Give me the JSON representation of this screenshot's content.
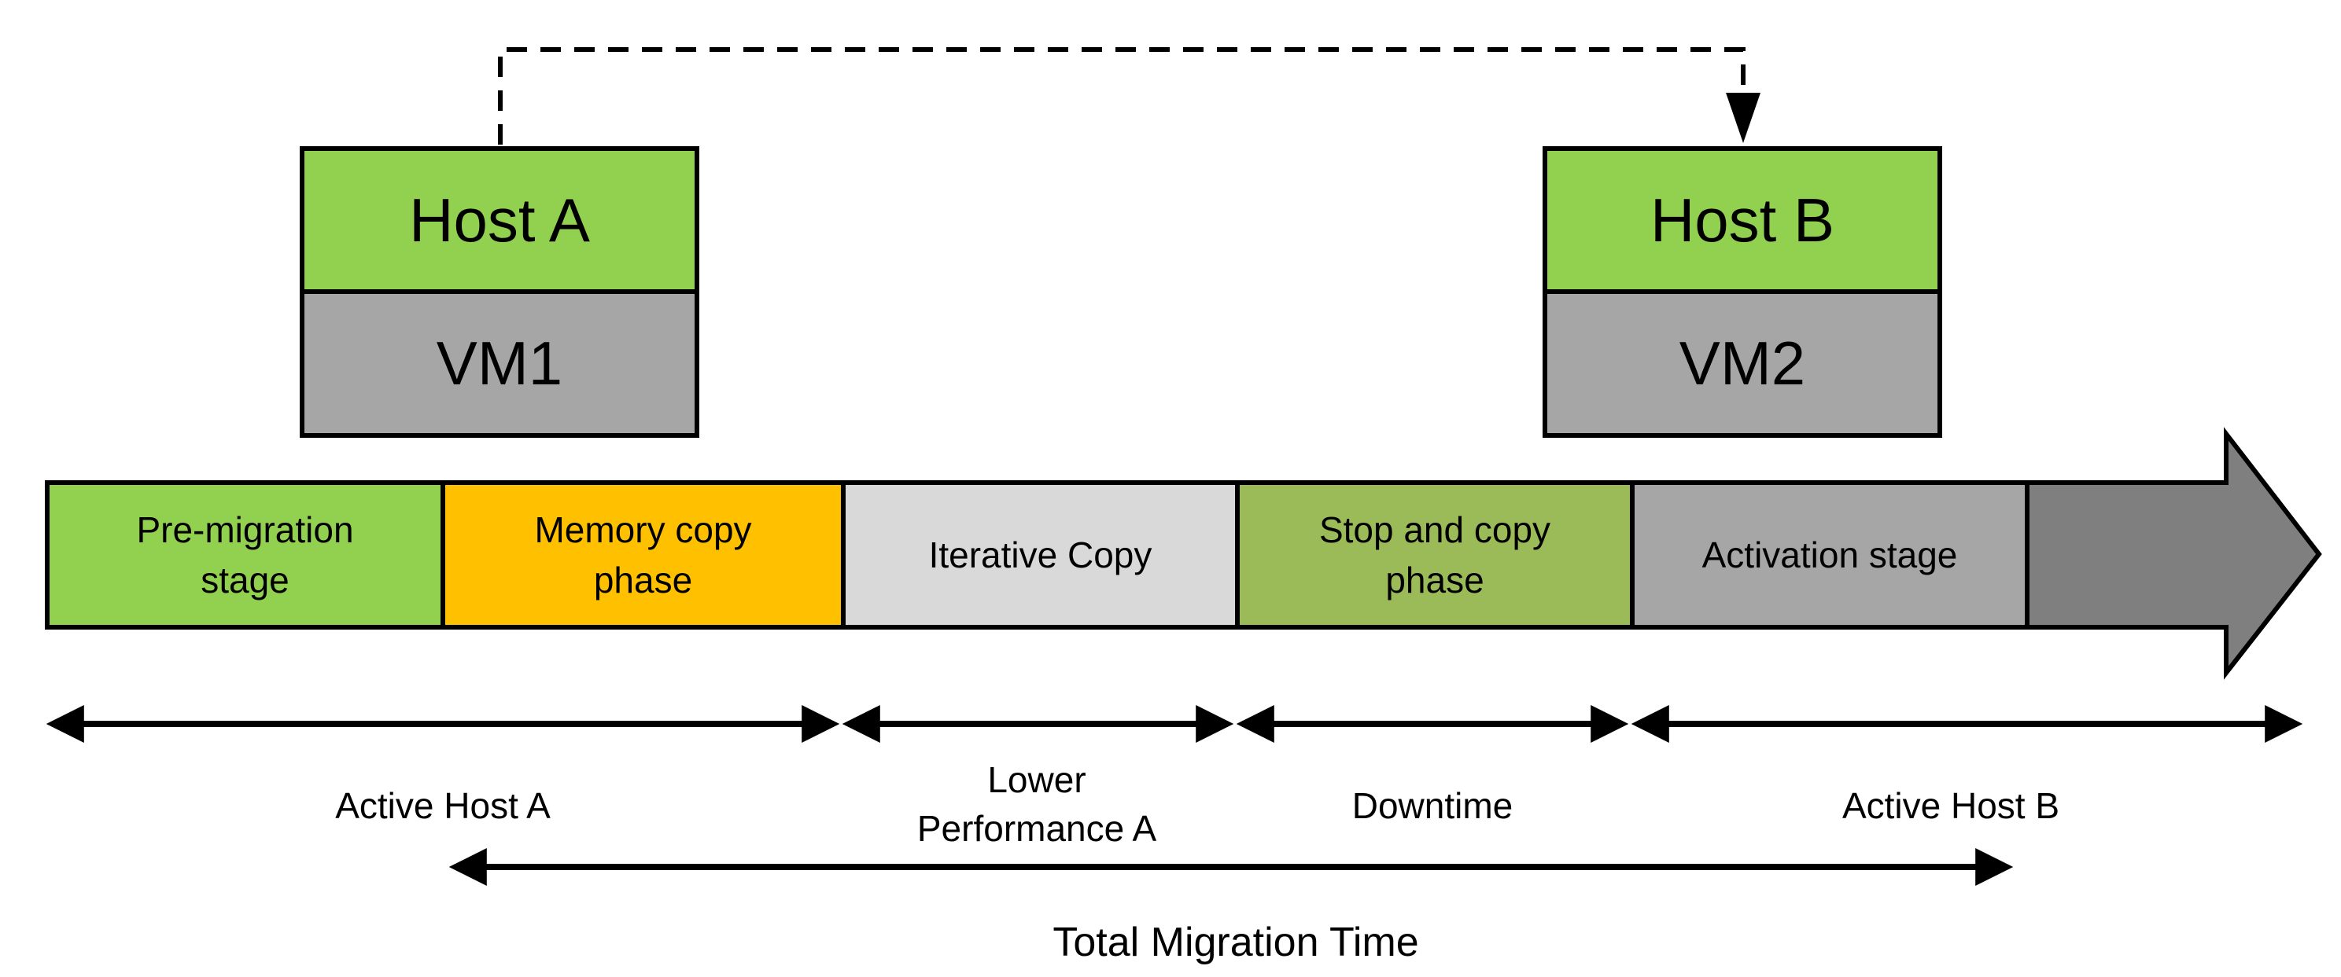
{
  "hosts": [
    {
      "name": "Host A",
      "vm": "VM1"
    },
    {
      "name": "Host B",
      "vm": "VM2"
    }
  ],
  "colors": {
    "host_green": "#92D050",
    "vm_gray": "#A6A6A6",
    "migration_arrow_gray": "#7F7F7F",
    "line_black": "#000000"
  },
  "timeline": {
    "segments": [
      {
        "lines": [
          "Pre-migration",
          "stage"
        ],
        "color": "#92D050"
      },
      {
        "lines": [
          "Memory copy",
          "phase"
        ],
        "color": "#FFC000"
      },
      {
        "lines": [
          "Iterative Copy"
        ],
        "color": "#D9D9D9"
      },
      {
        "lines": [
          "Stop and copy",
          "phase"
        ],
        "color": "#9BBB59"
      },
      {
        "lines": [
          "Activation stage"
        ],
        "color": "#A6A6A6"
      }
    ]
  },
  "spans": [
    {
      "label": "Active Host A"
    },
    {
      "lines": [
        "Lower",
        "Performance A"
      ]
    },
    {
      "label": "Downtime"
    },
    {
      "label": "Active Host B"
    }
  ],
  "total_migration_label": "Total Migration Time"
}
